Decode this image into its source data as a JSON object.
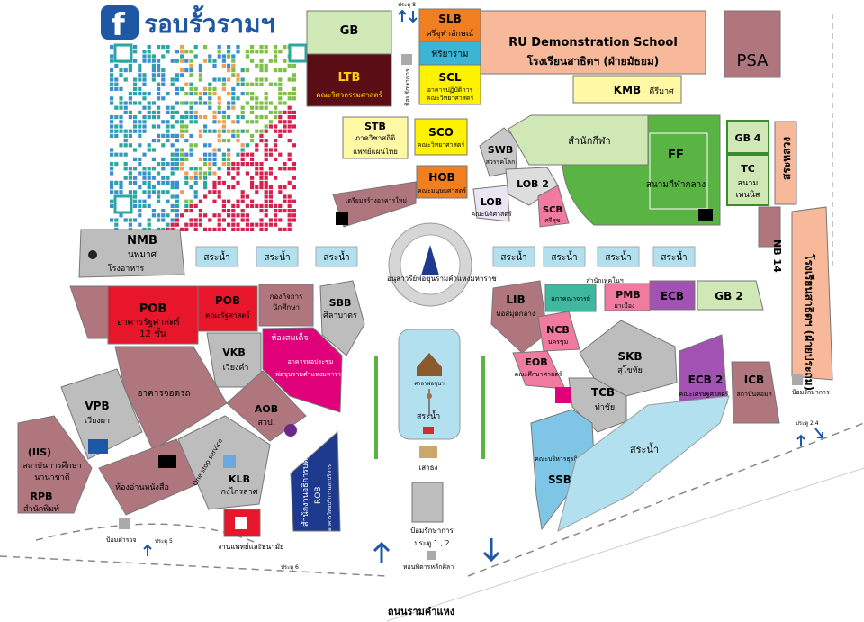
{
  "header": {
    "fb_icon": "facebook-icon",
    "page_name": "รอบรั้วรามฯ"
  },
  "colors": {
    "mauve": "#b0767d",
    "gray": "#bdbdbd",
    "red": "#e8162a",
    "magenta": "#e0007a",
    "blue_sky": "#b3e0ee",
    "orange": "#f07f21",
    "yellow": "#fff200",
    "green_field": "#59b443",
    "light_green": "#cfe8b5",
    "peach": "#f7b99a",
    "purple": "#a152b3",
    "navy": "#1e3a8f",
    "teal": "#3fb8a0"
  },
  "buildings": {
    "gb": "GB",
    "ltb": "LTB",
    "ltb_sub": "คณะวิศวกรรมศาสตร์",
    "slb": "SLB",
    "slb_sub": "ศรีจุฬาลักษณ์",
    "phiriyaram": "พิริยาราม",
    "scl": "SCL",
    "scl_sub1": "อาคารปฏิบัติการ",
    "scl_sub2": "คณะวิทยาศาสตร์",
    "demo_school": "RU Demonstration School",
    "demo_school_th": "โรงเรียนสาธิตฯ (ฝ่ายมัธยม)",
    "kmb": "KMB",
    "kmb_sub": "คีรีมาศ",
    "psa": "PSA",
    "stb": "STB",
    "stb_sub1": "ภาควิชาสถิติ",
    "stb_sub2": "แพทย์แผนไทย",
    "sco": "SCO",
    "sco_sub": "คณะวิทยาศาสตร์",
    "swb": "SWB",
    "swb_sub": "สวรรคโลก",
    "sports_office": "สำนักกีฬา",
    "ff": "FF",
    "ff_sub": "สนามกีฬากลาง",
    "gb4": "GB 4",
    "tc": "TC",
    "tc_sub1": "สนาม",
    "tc_sub2": "เทนนิส",
    "sarahlong": "สระหลวง",
    "hob": "HOB",
    "hob_sub": "คณะมนุษยศาสตร์",
    "lob2": "LOB 2",
    "lob": "LOB",
    "lob_sub": "คณะนิติศาสตร์",
    "scb": "SCB",
    "scb_sub": "ศรีสุข",
    "new_bldg": "เตรียมสร้างอาคารใหม่",
    "nb14": "NB 14",
    "nmb": "NMB",
    "nmb_sub1": "นพมาศ",
    "nmb_sub2": "โรงอาหาร",
    "pool": "สระน้ำ",
    "demo_primary": "โรงเรียนสาธิตฯ (ฝ่ายประถม)",
    "monument": "อนุสาวรีย์พ่อขุนรามคำแหงมหาราช",
    "inst_tech": "สำนักเทคโนฯ",
    "pmb": "PMB",
    "pmb_sub": "ผาเมือง",
    "ecb": "ECB",
    "gb2": "GB 2",
    "pob_big": "POB",
    "pob_big_sub1": "อาคารรัฐศาสตร์",
    "pob_big_sub2": "12 ชั้น",
    "pob": "POB",
    "pob_sub": "คณะรัฐศาสตร์",
    "student_affairs1": "กองกิจการ",
    "student_affairs2": "นักศึกษา",
    "sbb": "SBB",
    "sbb_sub": "ศิลาบาตร",
    "lib": "LIB",
    "lib_sub": "หอสมุดกลาง",
    "teacher_union": "สภาคณาจารย์",
    "ncb": "NCB",
    "ncb_sub": "นครชุม",
    "eob": "EOB",
    "eob_sub": "คณะศึกษาศาสตร์",
    "skb": "SKB",
    "skb_sub": "สุโขทัย",
    "ecb2": "ECB 2",
    "ecb2_sub": "คณะเศรษฐศาสตร์",
    "icb": "ICB",
    "icb_sub": "สถาบันคอมฯ",
    "vkb": "VKB",
    "vkb_sub": "เวียงคำ",
    "convention1": "ห้องสมเด็จ",
    "convention2": "อาคารหอประชุม",
    "convention3": "พ่อขุนรามคำแหงมหาราช",
    "shrine": "ศาลาพ่อขุนฯ",
    "sara_nam": "สระน้ำ",
    "flagpole": "เสาธง",
    "vpb": "VPB",
    "vpb_sub": "เวียงผา",
    "parking": "อาคารจอดรถ",
    "aob": "AOB",
    "aob_sub": "สวป.",
    "tcb": "TCB",
    "tcb_sub": "ท่าชัย",
    "iis": "(IIS)",
    "iis_sub1": "สถาบันการศึกษา",
    "iis_sub2": "นานาชาติ",
    "rpb": "RPB",
    "rpb_sub": "สำนักพิมพ์",
    "one_stop": "One stop service",
    "klb": "KLB",
    "klb_sub": "กงไกรลาศ",
    "rob1": "สำนักงานอธิการบดี",
    "rob2": "ROB",
    "rob3": "อาคารวิทยบริการและบริหาร",
    "business": "คณะบริหารธุรกิจ",
    "ssb": "SSB",
    "reading_room": "ห้องอ่านหนังสือ",
    "clinic": "งานแพทย์และอนามัย",
    "police_box": "ป้อมตำรวจ",
    "gate5": "ประตู 5",
    "gate6": "ประตู 6",
    "gate8": "ประตู 8",
    "gate24": "ประตู 2,4",
    "guard_post": "ป้อมรักษาการ",
    "guard_main": "ป้อมรักษาการ",
    "gates12": "ประตู 1 , 2",
    "arts_hall": "หอนพิตารหลักศิลา",
    "road": "ถนนรามคำแหง"
  }
}
